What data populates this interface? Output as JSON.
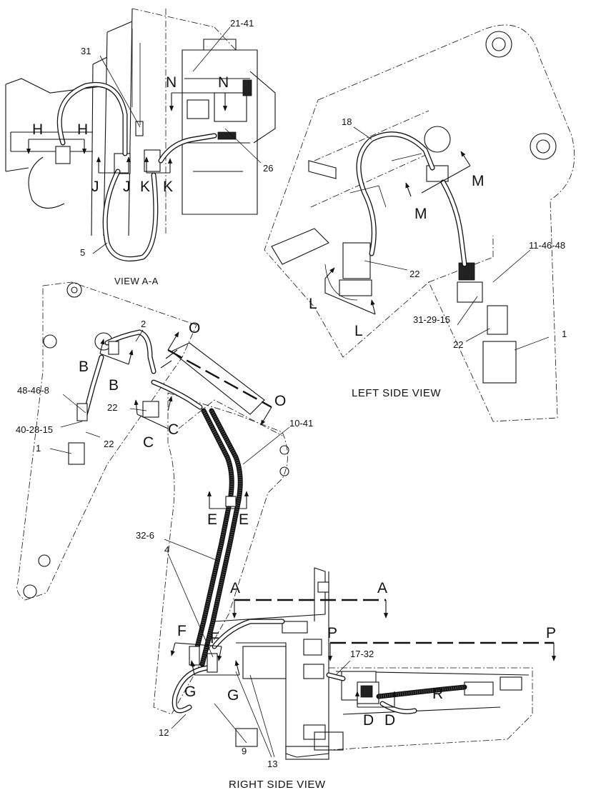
{
  "views": {
    "view_aa": "VIEW A-A",
    "left_side": "LEFT SIDE VIEW",
    "right_side": "RIGHT SIDE VIEW"
  },
  "callouts": {
    "c_21_41": "21-41",
    "c_31": "31",
    "c_26": "26",
    "c_5": "5",
    "c_18": "18",
    "c_22_left": "22",
    "c_11_46_48": "11-46-48",
    "c_31_29_15": "31-29-15",
    "c_22_left_b": "22",
    "c_1_left": "1",
    "c_2": "2",
    "c_48_46_8": "48-46-8",
    "c_40_28_15": "40-28-15",
    "c_22_r1": "22",
    "c_22_r2": "22",
    "c_1_right": "1",
    "c_10_41": "10-41",
    "c_32_6": "32-6",
    "c_4": "4",
    "c_17_32": "17-32",
    "c_12": "12",
    "c_9": "9",
    "c_13": "13"
  },
  "sections": {
    "H1": "H",
    "H2": "H",
    "J1": "J",
    "J2": "J",
    "K1": "K",
    "K2": "K",
    "N1": "N",
    "N2": "N",
    "M1": "M",
    "M2": "M",
    "L1": "L",
    "L2": "L",
    "O1": "O",
    "O2": "O",
    "B1": "B",
    "B2": "B",
    "C1": "C",
    "C2": "C",
    "E1": "E",
    "E2": "E",
    "A1": "A",
    "A2": "A",
    "F1": "F",
    "F2": "F",
    "G1": "G",
    "G2": "G",
    "P1": "P",
    "P2": "P",
    "D1": "D",
    "D2": "D",
    "R": "R"
  }
}
